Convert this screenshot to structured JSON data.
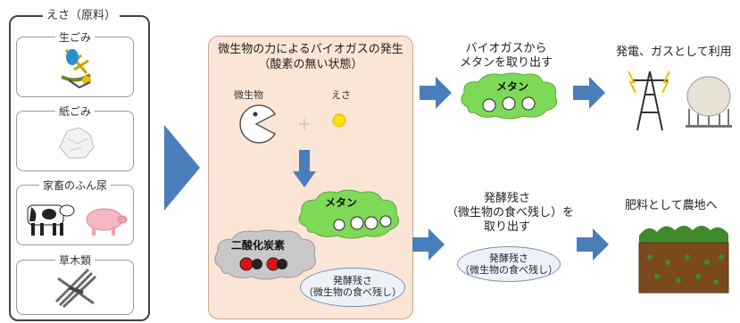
{
  "feed": {
    "title": "えさ（原料）",
    "items": [
      {
        "label": "生ごみ"
      },
      {
        "label": "紙ごみ"
      },
      {
        "label": "家畜のふん尿"
      },
      {
        "label": "草木類"
      }
    ]
  },
  "center": {
    "title_line1": "微生物の力によるバイオガスの発生",
    "title_line2": "（酸素の無い状態）",
    "microbe_label": "微生物",
    "feed_label": "えさ",
    "plus": "＋",
    "methane": "メタン",
    "co2": "二酸化炭素",
    "residue_line1": "発酵残さ",
    "residue_line2": "（微生物の食べ残し）"
  },
  "top_flow": {
    "text_line1": "バイオガスから",
    "text_line2": "メタンを取り出す",
    "methane": "メタン",
    "result": "発電、ガスとして利用"
  },
  "bottom_flow": {
    "text_line1": "発酵残さ",
    "text_line2": "（微生物の食べ残し）を",
    "text_line3": "取り出す",
    "residue_line1": "発酵残さ",
    "residue_line2": "（微生物の食べ残し）",
    "result": "肥料として農地へ"
  },
  "colors": {
    "arrow": "#4a7ebb",
    "cloud_green": "#7ed957",
    "cloud_gray": "#c8c8c8",
    "center_bg": "#fbe5d6"
  }
}
